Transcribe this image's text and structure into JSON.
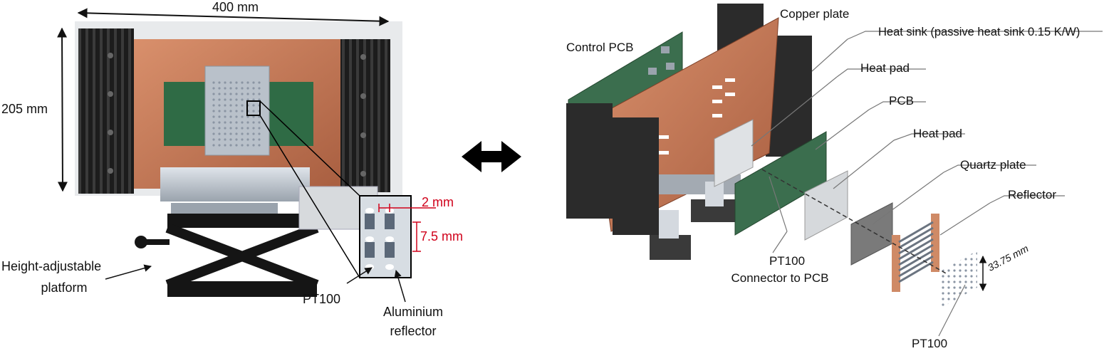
{
  "left_photo": {
    "dim_width": "400 mm",
    "dim_height": "205 mm",
    "platform_label_line1": "Height-adjustable",
    "platform_label_line2": "platform",
    "inset_dim_gap": "2 mm",
    "inset_dim_pitch": "7.5 mm",
    "pt100_label": "PT100",
    "reflector_label_line1": "Aluminium",
    "reflector_label_line2": "reflector"
  },
  "exploded_view": {
    "copper_plate": "Copper plate",
    "control_pcb": "Control PCB",
    "heat_sink": "Heat sink (passive heat sink 0.15 K/W)",
    "heat_pad_1": "Heat pad",
    "pcb": "PCB",
    "heat_pad_2": "Heat pad",
    "quartz_plate": "Quartz plate",
    "reflector": "Reflector",
    "pt100_connector_line1": "PT100",
    "pt100_connector_line2": "Connector to PCB",
    "pitch_dim": "33.75 mm",
    "pt100_bottom": "PT100"
  },
  "colors": {
    "copper": "#c77a5a",
    "heat_sink": "#2b2b2b",
    "pcb_green": "#2f6b45",
    "aluminium": "#c9cfd6",
    "dim_red": "#d0021b"
  }
}
